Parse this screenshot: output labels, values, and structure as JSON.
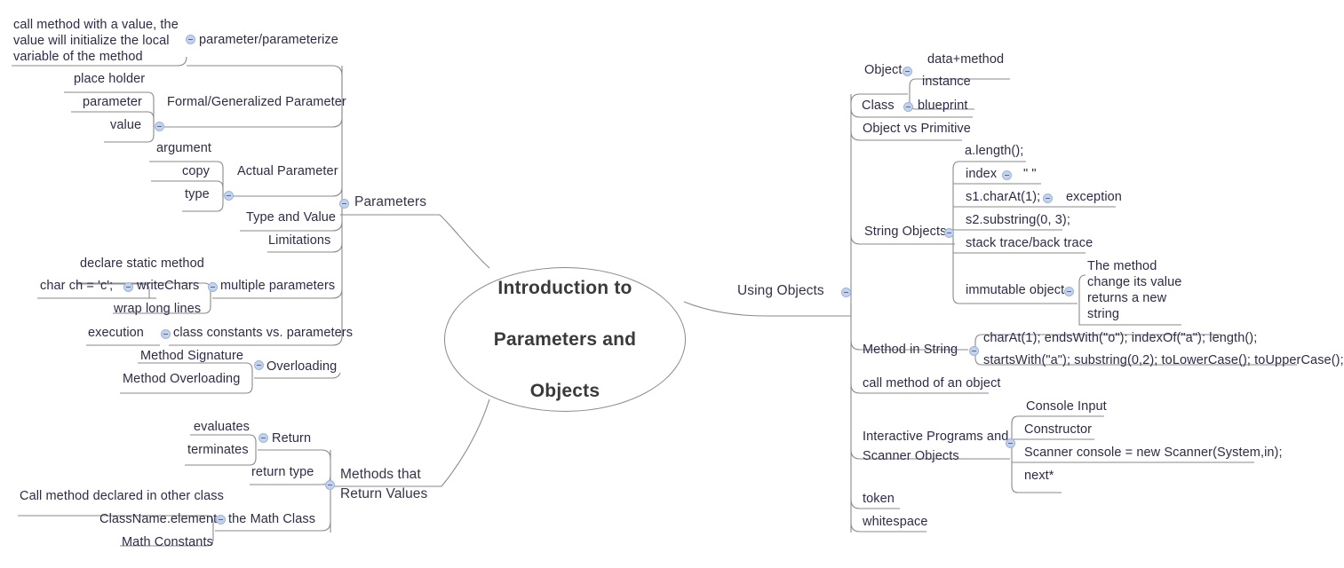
{
  "diagram": {
    "type": "mind-map",
    "central_topic": "Introduction to Parameters and Objects",
    "colors": {
      "text": "#2b2b52",
      "central_text": "#3a3a3a",
      "edge": "#8a8a8a",
      "toggle_fill": "#c3d3ef",
      "toggle_border": "#9bb5dd",
      "background": "#ffffff"
    },
    "icon_names": {
      "collapse": "collapse-minus-icon"
    }
  },
  "branches": {
    "parameters": {
      "label": "Parameters",
      "children": {
        "parameterize": {
          "label": "parameter/parameterize",
          "note": "call method with a value, the\nvalue will initialize the local\nvariable of the method"
        },
        "formal": {
          "label": "Formal/Generalized Parameter",
          "children": [
            "place holder",
            "parameter",
            "value"
          ]
        },
        "actual": {
          "label": "Actual Parameter",
          "children": [
            "argument",
            "copy",
            "type"
          ]
        },
        "type_and_value": {
          "label": "Type and Value"
        },
        "limitations": {
          "label": "Limitations"
        },
        "multiple": {
          "label": "multiple parameters",
          "children": [
            "declare static method",
            "writeChars",
            "wrap long lines"
          ],
          "writeChars_note": "char ch = 'c';"
        },
        "class_constants": {
          "label": "class constants vs. parameters",
          "children": [
            "execution"
          ]
        },
        "overloading": {
          "label": "Overloading",
          "children": [
            "Method Signature",
            "Method Overloading"
          ]
        }
      }
    },
    "methods_return": {
      "label": "Methods that\nReturn Values",
      "label_line1": "Methods that",
      "label_line2": "Return Values",
      "children": {
        "return": {
          "label": "Return",
          "children": [
            "evaluates",
            "terminates"
          ]
        },
        "return_type": {
          "label": "return type"
        },
        "math_class": {
          "label": "the Math Class",
          "children": [
            "Call method declared in other class",
            "ClassName.element",
            "Math Constants"
          ]
        }
      }
    },
    "using_objects": {
      "label": "Using Objects",
      "children": {
        "object": {
          "label": "Object",
          "children": [
            "data+method",
            "instance"
          ]
        },
        "class": {
          "label": "Class",
          "children": [
            "blueprint"
          ]
        },
        "object_vs_primitive": {
          "label": "Object vs Primitive"
        },
        "string_objects": {
          "label": "String Objects",
          "children": [
            "a.length();",
            "index",
            "s1.charAt(1);",
            "s2.substring(0, 3);",
            "stack trace/back trace",
            "immutable object"
          ],
          "index_note": "\" \"",
          "charAt_note": "exception",
          "immutable_note": "The method\nchange its value\nreturns a new\nstring",
          "immutable_note_lines": [
            "The method",
            "change its value",
            "returns a new",
            "string"
          ]
        },
        "method_in_string": {
          "label": "Method in String",
          "children": [
            "charAt(1); endsWith(\"o\"); indexOf(\"a\"); length();",
            "startsWith(\"a\"); substring(0,2); toLowerCase(); toUpperCase();"
          ]
        },
        "call_method_of_object": {
          "label": "call method of an object"
        },
        "interactive": {
          "label": "Interactive Programs and\nScanner Objects",
          "label_line1": "Interactive Programs and",
          "label_line2": "Scanner Objects",
          "children": [
            "Console Input",
            "Constructor",
            "Scanner console = new Scanner(System,in);",
            "next*"
          ]
        },
        "token": {
          "label": "token"
        },
        "whitespace": {
          "label": "whitespace"
        }
      }
    }
  },
  "labels": {
    "note_param_l1": "call method with a value, the",
    "note_param_l2": "value will initialize the local",
    "note_param_l3": "variable of the method",
    "parameterize": "parameter/parameterize",
    "place_holder": "place holder",
    "parameter": "parameter",
    "formal": "Formal/Generalized Parameter",
    "value": "value",
    "argument": "argument",
    "copy": "copy",
    "actual": "Actual Parameter",
    "type": "type",
    "type_and_value": "Type and Value",
    "limitations": "Limitations",
    "parameters": "Parameters",
    "declare_static": "declare static method",
    "char_ch": "char ch = 'c';",
    "writeChars": "writeChars",
    "multiple_parameters": "multiple parameters",
    "wrap_long_lines": "wrap long lines",
    "execution": "execution",
    "class_constants": "class constants vs. parameters",
    "method_signature": "Method Signature",
    "overloading": "Overloading",
    "method_overloading": "Method Overloading",
    "evaluates": "evaluates",
    "return": "Return",
    "terminates": "terminates",
    "return_type": "return type",
    "methods_that": "Methods that",
    "return_values": "Return Values",
    "call_method_other": "Call method declared in other class",
    "classname_element": "ClassName.element",
    "math_class": "the Math Class",
    "math_constants": "Math Constants",
    "central": "Introduction to\nParameters and\nObjects",
    "central_l1": "Introduction to",
    "central_l2": "Parameters and",
    "central_l3": "Objects",
    "using_objects": "Using Objects",
    "object": "Object",
    "data_method": "data+method",
    "instance": "instance",
    "class": "Class",
    "blueprint": "blueprint",
    "object_vs_primitive": "Object vs Primitive",
    "a_length": "a.length();",
    "index": "index",
    "quote_space": "\" \"",
    "s1_charat": "s1.charAt(1);",
    "exception": "exception",
    "s2_substring": "s2.substring(0, 3);",
    "string_objects": "String Objects",
    "stack_trace": "stack trace/back trace",
    "immutable_object": "immutable object",
    "imm_l1": "The method",
    "imm_l2": "change its value",
    "imm_l3": "returns a new",
    "imm_l4": "string",
    "method_in_string": "Method in String",
    "ms_line1": "charAt(1); endsWith(\"o\"); indexOf(\"a\"); length();",
    "ms_line2": "startsWith(\"a\"); substring(0,2); toLowerCase(); toUpperCase();",
    "call_method_object": "call method of an object",
    "console_input": "Console Input",
    "interactive_l1": "Interactive Programs and",
    "interactive_l2": "Scanner Objects",
    "constructor": "Constructor",
    "scanner_console": "Scanner console = new Scanner(System,in);",
    "next_star": "next*",
    "token": "token",
    "whitespace": "whitespace"
  }
}
